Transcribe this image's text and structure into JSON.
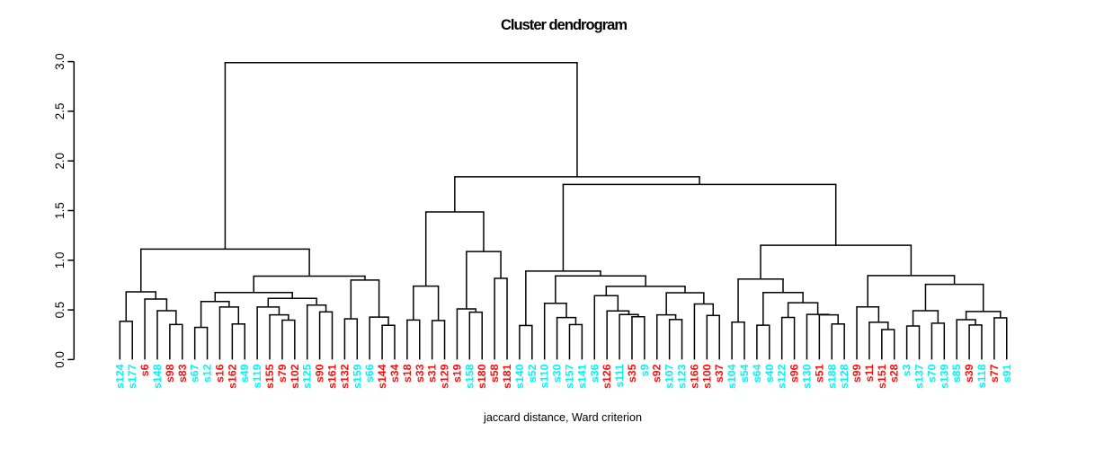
{
  "chart_data": {
    "type": "dendrogram",
    "title": "Cluster dendrogram",
    "xlabel": "jaccard distance, Ward criterion",
    "ylabel": "",
    "ylim": [
      0,
      3
    ],
    "yticks": [
      "0.0",
      "0.5",
      "1.0",
      "1.5",
      "2.0",
      "2.5",
      "3.0"
    ],
    "grid": false,
    "legend": false,
    "line_color": "#000000",
    "axis_color": "#000000",
    "background_color": "#ffffff",
    "label_palette": {
      "cyan": "#00f5f5",
      "red": "#fc0d0d"
    },
    "leaves": [
      {
        "label": "s124",
        "color": "cyan"
      },
      {
        "label": "s177",
        "color": "cyan"
      },
      {
        "label": "s6",
        "color": "red"
      },
      {
        "label": "s148",
        "color": "cyan"
      },
      {
        "label": "s98",
        "color": "red"
      },
      {
        "label": "s83",
        "color": "red"
      },
      {
        "label": "s67",
        "color": "cyan"
      },
      {
        "label": "s12",
        "color": "cyan"
      },
      {
        "label": "s16",
        "color": "red"
      },
      {
        "label": "s162",
        "color": "red"
      },
      {
        "label": "s49",
        "color": "cyan"
      },
      {
        "label": "s119",
        "color": "cyan"
      },
      {
        "label": "s155",
        "color": "red"
      },
      {
        "label": "s79",
        "color": "red"
      },
      {
        "label": "s102",
        "color": "red"
      },
      {
        "label": "s125",
        "color": "cyan"
      },
      {
        "label": "s90",
        "color": "red"
      },
      {
        "label": "s161",
        "color": "red"
      },
      {
        "label": "s132",
        "color": "red"
      },
      {
        "label": "s159",
        "color": "cyan"
      },
      {
        "label": "s66",
        "color": "cyan"
      },
      {
        "label": "s144",
        "color": "red"
      },
      {
        "label": "s34",
        "color": "red"
      },
      {
        "label": "s18",
        "color": "red"
      },
      {
        "label": "s33",
        "color": "red"
      },
      {
        "label": "s31",
        "color": "red"
      },
      {
        "label": "s129",
        "color": "red"
      },
      {
        "label": "s19",
        "color": "red"
      },
      {
        "label": "s158",
        "color": "cyan"
      },
      {
        "label": "s180",
        "color": "red"
      },
      {
        "label": "s58",
        "color": "red"
      },
      {
        "label": "s181",
        "color": "red"
      },
      {
        "label": "s140",
        "color": "cyan"
      },
      {
        "label": "s52",
        "color": "cyan"
      },
      {
        "label": "s110",
        "color": "cyan"
      },
      {
        "label": "s30",
        "color": "cyan"
      },
      {
        "label": "s157",
        "color": "cyan"
      },
      {
        "label": "s141",
        "color": "cyan"
      },
      {
        "label": "s36",
        "color": "cyan"
      },
      {
        "label": "s126",
        "color": "red"
      },
      {
        "label": "s111",
        "color": "cyan"
      },
      {
        "label": "s35",
        "color": "red"
      },
      {
        "label": "s9",
        "color": "cyan"
      },
      {
        "label": "s92",
        "color": "red"
      },
      {
        "label": "s107",
        "color": "cyan"
      },
      {
        "label": "s123",
        "color": "cyan"
      },
      {
        "label": "s166",
        "color": "red"
      },
      {
        "label": "s100",
        "color": "red"
      },
      {
        "label": "s37",
        "color": "red"
      },
      {
        "label": "s104",
        "color": "cyan"
      },
      {
        "label": "s54",
        "color": "cyan"
      },
      {
        "label": "s64",
        "color": "cyan"
      },
      {
        "label": "s40",
        "color": "cyan"
      },
      {
        "label": "s122",
        "color": "cyan"
      },
      {
        "label": "s96",
        "color": "red"
      },
      {
        "label": "s130",
        "color": "cyan"
      },
      {
        "label": "s51",
        "color": "red"
      },
      {
        "label": "s188",
        "color": "cyan"
      },
      {
        "label": "s128",
        "color": "cyan"
      },
      {
        "label": "s99",
        "color": "red"
      },
      {
        "label": "s11",
        "color": "red"
      },
      {
        "label": "s151",
        "color": "red"
      },
      {
        "label": "s28",
        "color": "red"
      },
      {
        "label": "s3",
        "color": "cyan"
      },
      {
        "label": "s137",
        "color": "cyan"
      },
      {
        "label": "s70",
        "color": "cyan"
      },
      {
        "label": "s139",
        "color": "cyan"
      },
      {
        "label": "s85",
        "color": "cyan"
      },
      {
        "label": "s39",
        "color": "red"
      },
      {
        "label": "s118",
        "color": "cyan"
      },
      {
        "label": "s77",
        "color": "red"
      },
      {
        "label": "s91",
        "color": "cyan"
      }
    ],
    "merges": [
      [
        -1,
        -2,
        0.385
      ],
      [
        -5,
        -6,
        0.353
      ],
      [
        -4,
        2,
        0.492
      ],
      [
        -3,
        3,
        0.609
      ],
      [
        1,
        4,
        0.682
      ],
      [
        -7,
        -8,
        0.324
      ],
      [
        -10,
        -11,
        0.358
      ],
      [
        -9,
        7,
        0.529
      ],
      [
        6,
        8,
        0.585
      ],
      [
        -14,
        -15,
        0.397
      ],
      [
        -13,
        10,
        0.45
      ],
      [
        -12,
        11,
        0.529
      ],
      [
        -17,
        -18,
        0.48
      ],
      [
        -16,
        13,
        0.548
      ],
      [
        12,
        14,
        0.616
      ],
      [
        9,
        15,
        0.675
      ],
      [
        -19,
        -20,
        0.41
      ],
      [
        -22,
        -23,
        0.345
      ],
      [
        -21,
        18,
        0.427
      ],
      [
        17,
        19,
        0.8
      ],
      [
        16,
        20,
        0.84
      ],
      [
        5,
        21,
        1.112
      ],
      [
        -24,
        -25,
        0.398
      ],
      [
        -26,
        -27,
        0.393
      ],
      [
        23,
        24,
        0.739
      ],
      [
        -29,
        -30,
        0.477
      ],
      [
        -28,
        26,
        0.51
      ],
      [
        -31,
        -32,
        0.818
      ],
      [
        27,
        28,
        1.087
      ],
      [
        25,
        29,
        1.486
      ],
      [
        -33,
        -34,
        0.343
      ],
      [
        -37,
        -38,
        0.352
      ],
      [
        -36,
        32,
        0.423
      ],
      [
        -35,
        33,
        0.567
      ],
      [
        -42,
        -43,
        0.431
      ],
      [
        -41,
        35,
        0.453
      ],
      [
        -40,
        36,
        0.49
      ],
      [
        -39,
        37,
        0.643
      ],
      [
        -45,
        -46,
        0.403
      ],
      [
        -44,
        39,
        0.45
      ],
      [
        -48,
        -49,
        0.444
      ],
      [
        -47,
        41,
        0.56
      ],
      [
        40,
        42,
        0.673
      ],
      [
        38,
        43,
        0.737
      ],
      [
        34,
        44,
        0.842
      ],
      [
        31,
        45,
        0.891
      ],
      [
        -50,
        -51,
        0.377
      ],
      [
        -52,
        -53,
        0.346
      ],
      [
        -54,
        -55,
        0.424
      ],
      [
        -58,
        -59,
        0.358
      ],
      [
        -57,
        50,
        0.45
      ],
      [
        -56,
        51,
        0.455
      ],
      [
        49,
        52,
        0.572
      ],
      [
        48,
        53,
        0.675
      ],
      [
        47,
        54,
        0.811
      ],
      [
        -62,
        -63,
        0.302
      ],
      [
        -61,
        56,
        0.375
      ],
      [
        -60,
        57,
        0.53
      ],
      [
        -64,
        -65,
        0.338
      ],
      [
        -66,
        -67,
        0.366
      ],
      [
        59,
        60,
        0.492
      ],
      [
        -69,
        -70,
        0.348
      ],
      [
        -68,
        62,
        0.401
      ],
      [
        -71,
        -72,
        0.42
      ],
      [
        63,
        64,
        0.484
      ],
      [
        61,
        65,
        0.757
      ],
      [
        58,
        66,
        0.846
      ],
      [
        55,
        67,
        1.151
      ],
      [
        46,
        68,
        1.763
      ],
      [
        30,
        69,
        1.84
      ],
      [
        22,
        70,
        2.99
      ]
    ]
  }
}
